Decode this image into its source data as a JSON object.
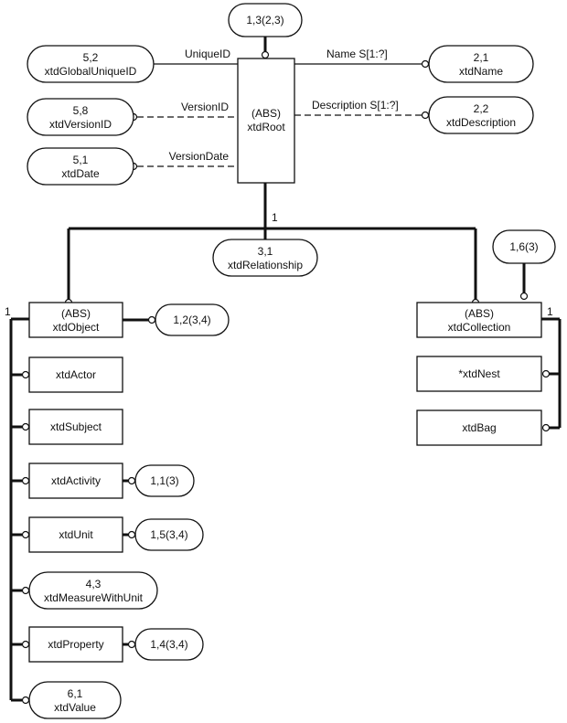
{
  "root": {
    "line1": "(ABS)",
    "line2": "xtdRoot"
  },
  "root_ref": "1,3(2,3)",
  "attributes": {
    "unique_id": {
      "label": "UniqueID",
      "ref": "5,2",
      "type": "xtdGlobalUniqueID"
    },
    "version_id": {
      "label": "VersionID",
      "ref": "5,8",
      "type": "xtdVersionID"
    },
    "version_date": {
      "label": "VersionDate",
      "ref": "5,1",
      "type": "xtdDate"
    },
    "name": {
      "label": "Name S[1:?]",
      "ref": "2,1",
      "type": "xtdName"
    },
    "description": {
      "label": "Description S[1:?]",
      "ref": "2,2",
      "type": "xtdDescription"
    }
  },
  "root_cardinality": "1",
  "relationship": {
    "ref": "3,1",
    "type": "xtdRelationship"
  },
  "object": {
    "line1": "(ABS)",
    "line2": "xtdObject",
    "ref": "1,2(3,4)",
    "cardinality": "1"
  },
  "collection": {
    "line1": "(ABS)",
    "line2": "xtdCollection",
    "ref": "1,6(3)",
    "cardinality": "1"
  },
  "object_subtypes": [
    {
      "name": "xtdActor",
      "ref": ""
    },
    {
      "name": "xtdSubject",
      "ref": ""
    },
    {
      "name": "xtdActivity",
      "ref": "1,1(3)"
    },
    {
      "name": "xtdUnit",
      "ref": "1,5(3,4)"
    },
    {
      "name": "xtdProperty",
      "ref": "1,4(3,4)"
    }
  ],
  "measure_with_unit": {
    "ref": "4,3",
    "type": "xtdMeasureWithUnit"
  },
  "value": {
    "ref": "6,1",
    "type": "xtdValue"
  },
  "collection_subtypes": [
    {
      "name": "*xtdNest"
    },
    {
      "name": "xtdBag"
    }
  ]
}
